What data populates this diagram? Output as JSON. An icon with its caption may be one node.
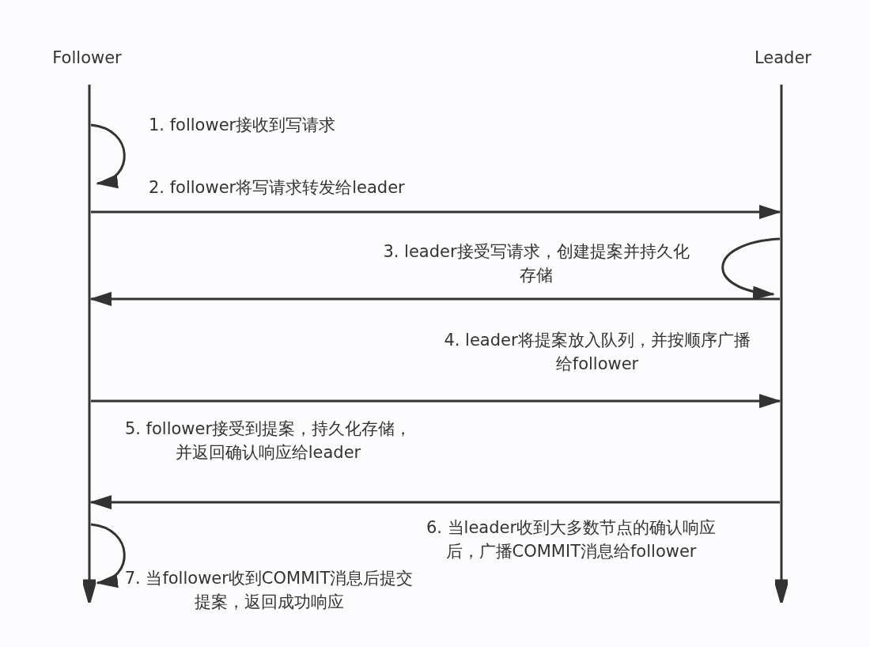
{
  "diagram": {
    "nodes": [
      {
        "text": [
          "Follower"
        ]
      },
      {
        "text": [
          "Leader"
        ]
      },
      {
        "text": [],
        "shape": "bar"
      },
      {
        "text": [],
        "shape": "bar"
      }
    ],
    "edges": [
      {
        "from": 2,
        "to": 2,
        "arrow": "to"
      },
      {
        "from": 2,
        "to": 3,
        "arrow": "to"
      },
      {
        "from": 3,
        "to": 3,
        "arrow": "to"
      },
      {
        "from": 3,
        "to": 2,
        "arrow": "to"
      },
      {
        "from": 2,
        "to": 3,
        "arrow": "to"
      },
      {
        "from": 3,
        "to": 2,
        "arrow": "to"
      },
      {
        "from": 2,
        "to": 2,
        "arrow": "to"
      }
    ],
    "labels": [
      "1. follower接收到写请求",
      "2. follower将写请求转发给leader",
      "3. leader接受写请求，创建提案并持久化存储",
      "4. leader将提案放入队列，并按顺序广播给follower",
      "5. follower接受到提案，持久化存储，并返回确认响应给leader",
      "6. 当leader收到大多数节点的确认响应后，广播COMMIT消息给follower",
      "7. 当follower收到COMMIT消息后提交提案，返回成功响应"
    ]
  }
}
